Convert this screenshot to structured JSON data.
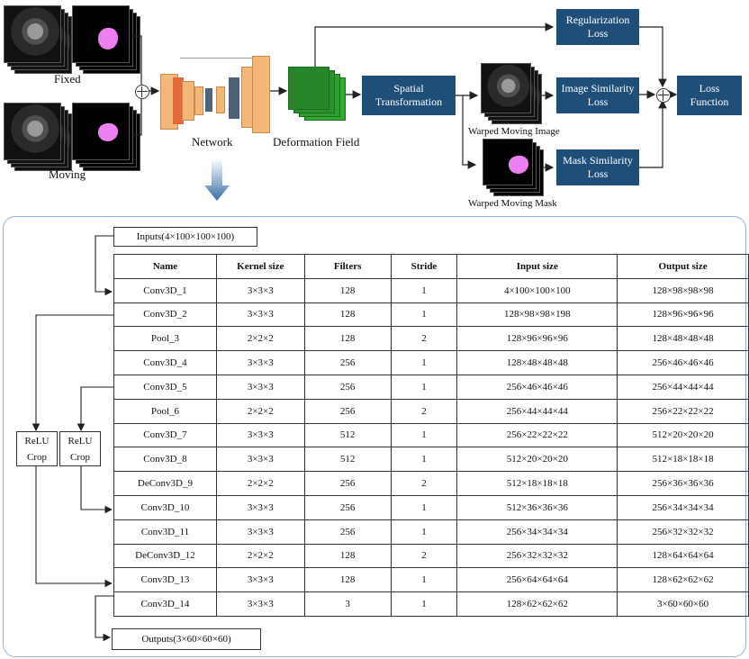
{
  "pipeline": {
    "fixed_label": "Fixed",
    "moving_label": "Moving",
    "network_label": "Network",
    "deformation_label": "Deformation Field",
    "spatial_transformation": "Spatial Transformation",
    "warped_image_label": "Warped Moving Image",
    "warped_mask_label": "Warped Moving Mask",
    "regularization_loss": "Regularization Loss",
    "image_similarity_loss": "Image Similarity Loss",
    "mask_similarity_loss": "Mask Similarity Loss",
    "loss_function": "Loss Function"
  },
  "network_detail": {
    "inputs_label": "Inputs(4×100×100×100)",
    "outputs_label": "Outputs(3×60×60×60)",
    "relu_label": "ReLU",
    "crop_label": "Crop",
    "columns": [
      "Name",
      "Kernel size",
      "Filters",
      "Stride",
      "Input size",
      "Output size"
    ],
    "rows": [
      [
        "Conv3D_1",
        "3×3×3",
        "128",
        "1",
        "4×100×100×100",
        "128×98×98×98"
      ],
      [
        "Conv3D_2",
        "3×3×3",
        "128",
        "1",
        "128×98×98×198",
        "128×96×96×96"
      ],
      [
        "Pool_3",
        "2×2×2",
        "128",
        "2",
        "128×96×96×96",
        "128×48×48×48"
      ],
      [
        "Conv3D_4",
        "3×3×3",
        "256",
        "1",
        "128×48×48×48",
        "256×46×46×46"
      ],
      [
        "Conv3D_5",
        "3×3×3",
        "256",
        "1",
        "256×46×46×46",
        "256×44×44×44"
      ],
      [
        "Pool_6",
        "2×2×2",
        "256",
        "2",
        "256×44×44×44",
        "256×22×22×22"
      ],
      [
        "Conv3D_7",
        "3×3×3",
        "512",
        "1",
        "256×22×22×22",
        "512×20×20×20"
      ],
      [
        "Conv3D_8",
        "3×3×3",
        "512",
        "1",
        "512×20×20×20",
        "512×18×18×18"
      ],
      [
        "DeConv3D_9",
        "2×2×2",
        "256",
        "2",
        "512×18×18×18",
        "256×36×36×36"
      ],
      [
        "Conv3D_10",
        "3×3×3",
        "256",
        "1",
        "512×36×36×36",
        "256×34×34×34"
      ],
      [
        "Conv3D_11",
        "3×3×3",
        "256",
        "1",
        "256×34×34×34",
        "256×32×32×32"
      ],
      [
        "DeConv3D_12",
        "2×2×2",
        "128",
        "2",
        "256×32×32×32",
        "128×64×64×64"
      ],
      [
        "Conv3D_13",
        "3×3×3",
        "128",
        "1",
        "256×64×64×64",
        "128×62×62×62"
      ],
      [
        "Conv3D_14",
        "3×3×3",
        "3",
        "1",
        "128×62×62×62",
        "3×60×60×60"
      ]
    ]
  },
  "colors": {
    "box_blue": "#1f4e79",
    "mask_pink": "#ee7ff0",
    "panel_border": "#8fb3d4",
    "deformation_green": "#2e9e2e",
    "network_orange": "#f3b77a"
  }
}
